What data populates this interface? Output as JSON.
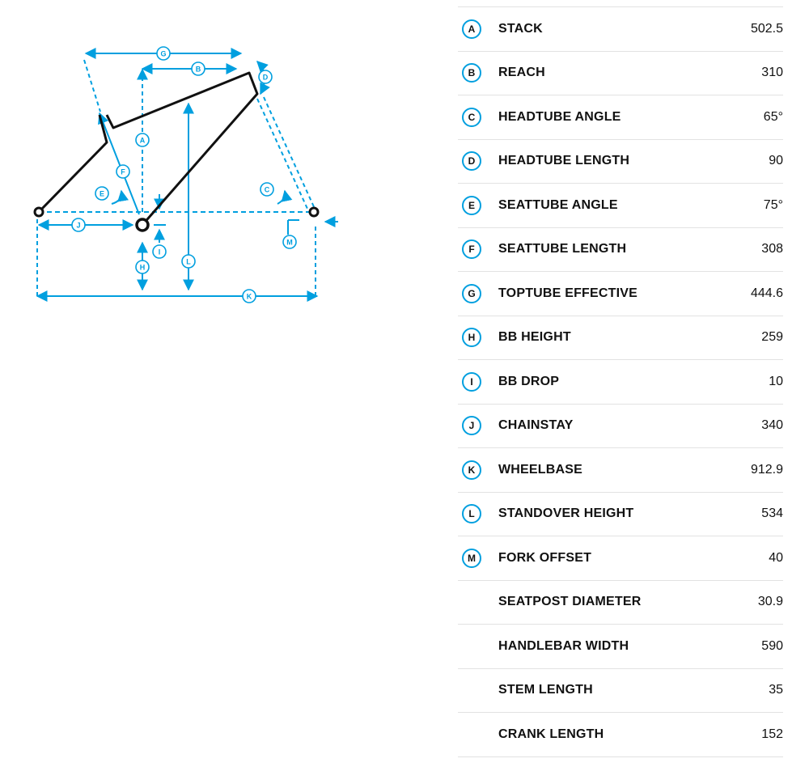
{
  "colors": {
    "accent": "#009fdf",
    "frame": "#111111",
    "divider": "#e2e2e2"
  },
  "diagram": {
    "letters": [
      "A",
      "B",
      "C",
      "D",
      "E",
      "F",
      "G",
      "H",
      "I",
      "J",
      "K",
      "L",
      "M"
    ]
  },
  "geometry": [
    {
      "letter": "A",
      "label": "STACK",
      "value": "502.5"
    },
    {
      "letter": "B",
      "label": "REACH",
      "value": "310"
    },
    {
      "letter": "C",
      "label": "HEADTUBE ANGLE",
      "value": "65°"
    },
    {
      "letter": "D",
      "label": "HEADTUBE LENGTH",
      "value": "90"
    },
    {
      "letter": "E",
      "label": "SEATTUBE ANGLE",
      "value": "75°"
    },
    {
      "letter": "F",
      "label": "SEATTUBE LENGTH",
      "value": "308"
    },
    {
      "letter": "G",
      "label": "TOPTUBE EFFECTIVE",
      "value": "444.6"
    },
    {
      "letter": "H",
      "label": "BB HEIGHT",
      "value": "259"
    },
    {
      "letter": "I",
      "label": "BB DROP",
      "value": "10"
    },
    {
      "letter": "J",
      "label": "CHAINSTAY",
      "value": "340"
    },
    {
      "letter": "K",
      "label": "WHEELBASE",
      "value": "912.9"
    },
    {
      "letter": "L",
      "label": "STANDOVER HEIGHT",
      "value": "534"
    },
    {
      "letter": "M",
      "label": "FORK OFFSET",
      "value": "40"
    },
    {
      "letter": "",
      "label": "SEATPOST DIAMETER",
      "value": "30.9"
    },
    {
      "letter": "",
      "label": "HANDLEBAR WIDTH",
      "value": "590"
    },
    {
      "letter": "",
      "label": "STEM LENGTH",
      "value": "35"
    },
    {
      "letter": "",
      "label": "CRANK LENGTH",
      "value": "152"
    }
  ]
}
